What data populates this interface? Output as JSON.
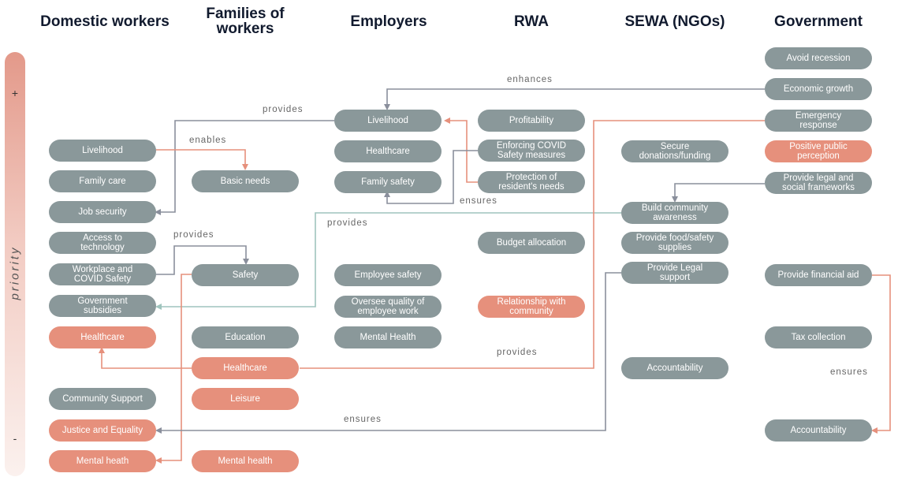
{
  "columns": [
    {
      "id": "domestic",
      "title": "Domestic workers"
    },
    {
      "id": "families",
      "title": "Families of\nworkers"
    },
    {
      "id": "employers",
      "title": "Employers"
    },
    {
      "id": "rwa",
      "title": "RWA"
    },
    {
      "id": "sewa",
      "title": "SEWA (NGOs)"
    },
    {
      "id": "government",
      "title": "Government"
    }
  ],
  "priority": {
    "label": "priority",
    "high": "+",
    "low": "-"
  },
  "nodes": [
    {
      "id": "dw-livelihood",
      "col": "domestic",
      "label": "Livelihood",
      "tone": "gray"
    },
    {
      "id": "dw-family-care",
      "col": "domestic",
      "label": "Family care",
      "tone": "gray"
    },
    {
      "id": "dw-job-security",
      "col": "domestic",
      "label": "Job security",
      "tone": "gray"
    },
    {
      "id": "dw-access-tech",
      "col": "domestic",
      "label": "Access to\ntechnology",
      "tone": "gray"
    },
    {
      "id": "dw-workplace-covid",
      "col": "domestic",
      "label": "Workplace and\nCOVID Safety",
      "tone": "gray"
    },
    {
      "id": "dw-gov-subsidies",
      "col": "domestic",
      "label": "Government\nsubsidies",
      "tone": "gray"
    },
    {
      "id": "dw-healthcare",
      "col": "domestic",
      "label": "Healthcare",
      "tone": "coral"
    },
    {
      "id": "dw-community-support",
      "col": "domestic",
      "label": "Community Support",
      "tone": "gray"
    },
    {
      "id": "dw-justice",
      "col": "domestic",
      "label": "Justice and Equality",
      "tone": "coral"
    },
    {
      "id": "dw-mental",
      "col": "domestic",
      "label": "Mental heath",
      "tone": "coral"
    },
    {
      "id": "fw-basic-needs",
      "col": "families",
      "label": "Basic needs",
      "tone": "gray"
    },
    {
      "id": "fw-safety",
      "col": "families",
      "label": "Safety",
      "tone": "gray"
    },
    {
      "id": "fw-education",
      "col": "families",
      "label": "Education",
      "tone": "gray"
    },
    {
      "id": "fw-healthcare",
      "col": "families",
      "label": "Healthcare",
      "tone": "coral"
    },
    {
      "id": "fw-leisure",
      "col": "families",
      "label": "Leisure",
      "tone": "coral"
    },
    {
      "id": "fw-mental",
      "col": "families",
      "label": "Mental health",
      "tone": "coral"
    },
    {
      "id": "em-livelihood",
      "col": "employers",
      "label": "Livelihood",
      "tone": "gray"
    },
    {
      "id": "em-healthcare",
      "col": "employers",
      "label": "Healthcare",
      "tone": "gray"
    },
    {
      "id": "em-family-safety",
      "col": "employers",
      "label": "Family safety",
      "tone": "gray"
    },
    {
      "id": "em-employee-safety",
      "col": "employers",
      "label": "Employee safety",
      "tone": "gray"
    },
    {
      "id": "em-oversee",
      "col": "employers",
      "label": "Oversee quality of\nemployee work",
      "tone": "gray"
    },
    {
      "id": "em-mental",
      "col": "employers",
      "label": "Mental Health",
      "tone": "gray"
    },
    {
      "id": "rwa-profit",
      "col": "rwa",
      "label": "Profitability",
      "tone": "gray"
    },
    {
      "id": "rwa-covid",
      "col": "rwa",
      "label": "Enforcing COVID\nSafety measures",
      "tone": "gray"
    },
    {
      "id": "rwa-protection",
      "col": "rwa",
      "label": "Protection of\nresident's needs",
      "tone": "gray"
    },
    {
      "id": "rwa-budget",
      "col": "rwa",
      "label": "Budget allocation",
      "tone": "gray"
    },
    {
      "id": "rwa-relationship",
      "col": "rwa",
      "label": "Relationship with\ncommunity",
      "tone": "coral"
    },
    {
      "id": "ng-donations",
      "col": "sewa",
      "label": "Secure\ndonations/funding",
      "tone": "gray"
    },
    {
      "id": "ng-awareness",
      "col": "sewa",
      "label": "Build community\nawareness",
      "tone": "gray"
    },
    {
      "id": "ng-food",
      "col": "sewa",
      "label": "Provide food/safety\nsupplies",
      "tone": "gray"
    },
    {
      "id": "ng-legal",
      "col": "sewa",
      "label": "Provide Legal\nsupport",
      "tone": "gray"
    },
    {
      "id": "ng-accountability",
      "col": "sewa",
      "label": "Accountability",
      "tone": "gray"
    },
    {
      "id": "gv-recession",
      "col": "government",
      "label": "Avoid recession",
      "tone": "gray"
    },
    {
      "id": "gv-growth",
      "col": "government",
      "label": "Economic growth",
      "tone": "gray"
    },
    {
      "id": "gv-emergency",
      "col": "government",
      "label": "Emergency\nresponse",
      "tone": "gray"
    },
    {
      "id": "gv-perception",
      "col": "government",
      "label": "Positive public\nperception",
      "tone": "coral"
    },
    {
      "id": "gv-legal-frameworks",
      "col": "government",
      "label": "Provide legal and\nsocial frameworks",
      "tone": "gray"
    },
    {
      "id": "gv-financial-aid",
      "col": "government",
      "label": "Provide financial aid",
      "tone": "gray"
    },
    {
      "id": "gv-tax",
      "col": "government",
      "label": "Tax collection",
      "tone": "gray"
    },
    {
      "id": "gv-accountability",
      "col": "government",
      "label": "Accountability",
      "tone": "gray"
    }
  ],
  "edges": [
    {
      "id": "gv-growth-to-em-livelihood",
      "label": "enhances",
      "color": "#8a8f9c"
    },
    {
      "id": "em-livelihood-to-dw-job",
      "label": "provides",
      "color": "#8a8f9c"
    },
    {
      "id": "dw-livelihood-to-fw-basic",
      "label": "enables",
      "color": "#e6907c"
    },
    {
      "id": "rwa-protection-to-em-livelihood",
      "label": "",
      "color": "#e6907c"
    },
    {
      "id": "rwa-covid-to-em-family",
      "label": "ensures",
      "color": "#8a8f9c"
    },
    {
      "id": "gv-frameworks-to-ng-awareness",
      "label": "",
      "color": "#8a8f9c"
    },
    {
      "id": "ng-awareness-to-dw-subsidies",
      "label": "provides",
      "color": "#9fc4bd"
    },
    {
      "id": "dw-workplace-to-fw-safety",
      "label": "provides",
      "color": "#8a8f9c"
    },
    {
      "id": "fw-safety-to-dw-mental",
      "label": "",
      "color": "#e6907c"
    },
    {
      "id": "gv-emergency-to-dw-healthcare",
      "label": "provides",
      "color": "#e6907c"
    },
    {
      "id": "ng-legal-to-dw-justice",
      "label": "ensures",
      "color": "#8a8f9c"
    },
    {
      "id": "gv-aid-to-gv-accountability",
      "label": "ensures",
      "color": "#e6907c"
    }
  ]
}
